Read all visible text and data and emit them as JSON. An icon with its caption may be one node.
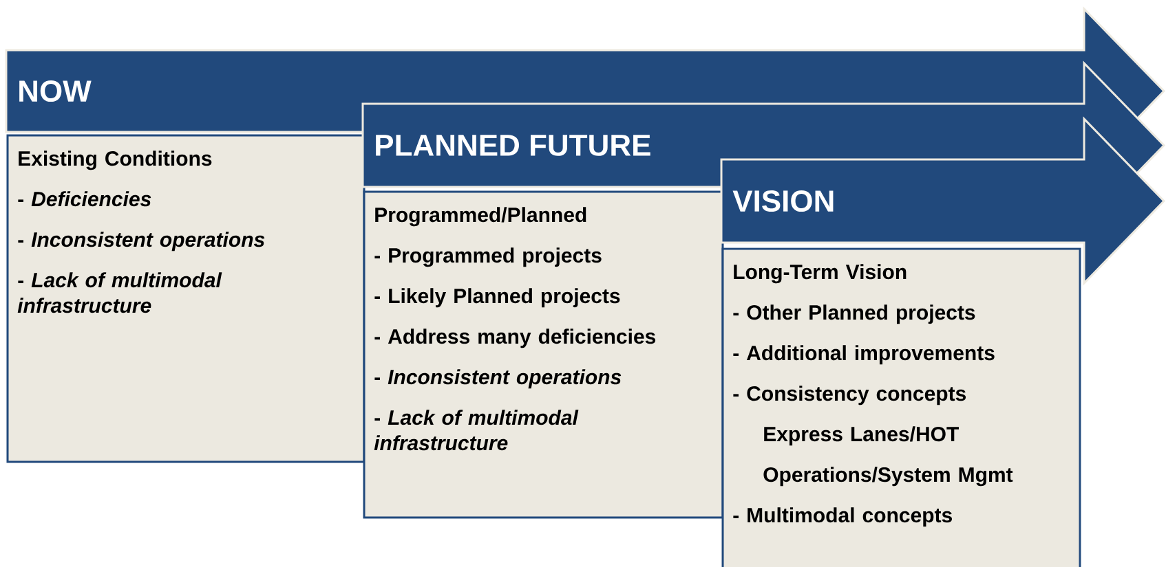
{
  "diagram": {
    "nodes": [
      {
        "text": [
          "NOW"
        ]
      },
      {
        "text": [
          "Existing Conditions",
          "- *Deficiencies*",
          "- *Inconsistent operations*",
          "- *Lack of multimodal infrastructure*"
        ]
      },
      {
        "text": [
          "PLANNED FUTURE"
        ]
      },
      {
        "text": [
          "Programmed/Planned",
          "- Programmed projects",
          "- Likely Planned projects",
          "- Address many deficiencies",
          "- *Inconsistent operations*",
          "- *Lack of multimodal infrastructure*"
        ]
      },
      {
        "text": [
          "VISION"
        ]
      },
      {
        "text": [
          "Long-Term Vision",
          "- Other Planned projects",
          "- Additional improvements",
          "- Consistency concepts",
          "Express Lanes/HOT",
          "Operations/System Mgmt",
          "- Multimodal concepts"
        ]
      }
    ]
  }
}
